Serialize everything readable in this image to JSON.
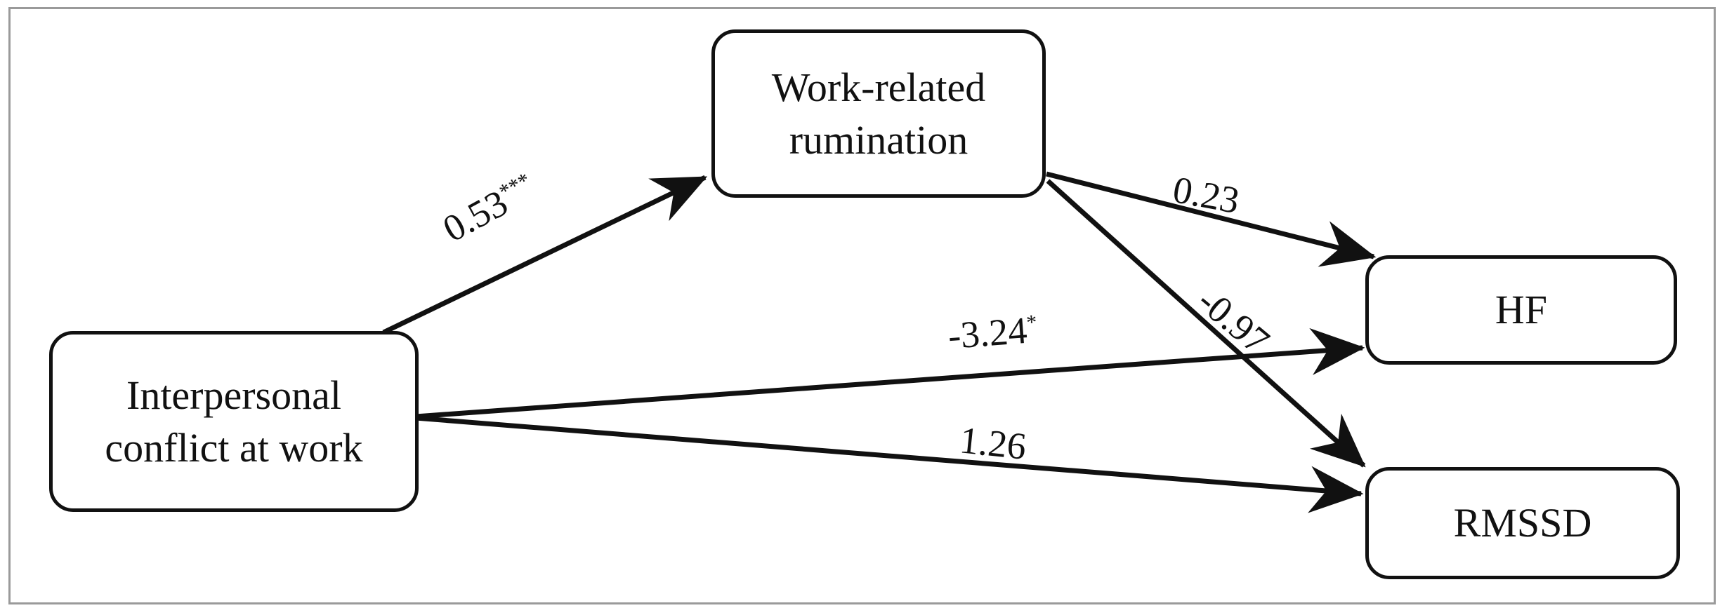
{
  "figure": {
    "type": "path-diagram",
    "frame_color": "#9a9a9a",
    "node_border_color": "#111111",
    "background": "#ffffff"
  },
  "nodes": {
    "predictor": {
      "id": "interpersonal-conflict-at-work",
      "label": "Interpersonal\nconflict at work"
    },
    "mediator": {
      "id": "work-related-rumination",
      "label": "Work-related\nrumination"
    },
    "outcome_hf": {
      "id": "hf",
      "label": "HF"
    },
    "outcome_rmssd": {
      "id": "rmssd",
      "label": "RMSSD"
    }
  },
  "edges": [
    {
      "name": "conflict-to-rumination",
      "from": "interpersonal-conflict-at-work",
      "to": "work-related-rumination",
      "coefficient": "0.53",
      "significance": "***"
    },
    {
      "name": "rumination-to-hf",
      "from": "work-related-rumination",
      "to": "hf",
      "coefficient": "0.23",
      "significance": ""
    },
    {
      "name": "rumination-to-rmssd",
      "from": "work-related-rumination",
      "to": "rmssd",
      "coefficient": "-0.97",
      "significance": ""
    },
    {
      "name": "conflict-to-hf",
      "from": "interpersonal-conflict-at-work",
      "to": "hf",
      "coefficient": "-3.24",
      "significance": "*"
    },
    {
      "name": "conflict-to-rmssd",
      "from": "interpersonal-conflict-at-work",
      "to": "rmssd",
      "coefficient": "1.26",
      "significance": ""
    }
  ]
}
